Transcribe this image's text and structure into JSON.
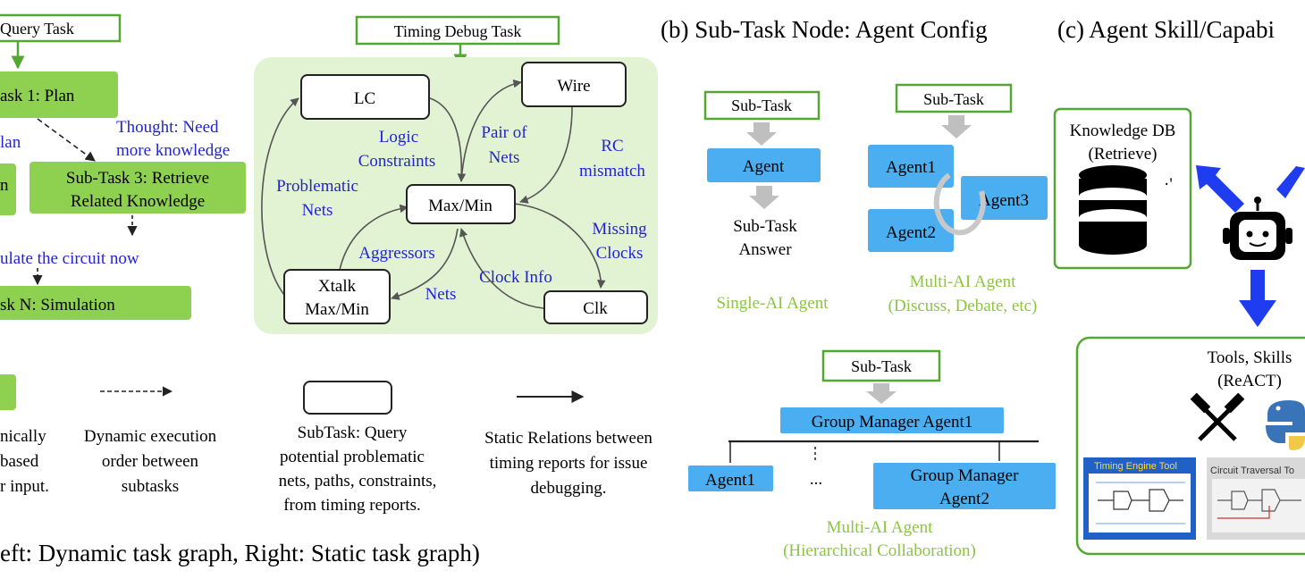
{
  "colors": {
    "green_fill": "#8ed04f",
    "green_stroke": "#54a832",
    "light_green_bg": "#e2f3d4",
    "blue_box": "#4aaef0",
    "blue_text": "#2323d6",
    "label_green": "#8cc63f",
    "gray_arrow": "#bfbfbf",
    "arrow_blue": "#1f3cf0"
  },
  "panel_a": {
    "query_task": "Query Task",
    "task1": "ask 1: Plan",
    "plan_fragment": "lan",
    "n_fragment": "n",
    "thought_line1": "Thought: Need",
    "thought_line2": "more knowledge",
    "subtask3_line1": "Sub-Task 3: Retrieve",
    "subtask3_line2": "Related Knowledge",
    "simulate_text": "ulate the circuit now",
    "taskN": "sk N: Simulation",
    "caption": "eft: Dynamic task graph, Right: Static task graph)"
  },
  "timing": {
    "title": "Timing Debug Task",
    "lc": "LC",
    "wire": "Wire",
    "maxmin": "Max/Min",
    "xtalk_line1": "Xtalk",
    "xtalk_line2": "Max/Min",
    "clk": "Clk",
    "logic1": "Logic",
    "logic2": "Constraints",
    "pair1": "Pair of",
    "pair2": "Nets",
    "rc1": "RC",
    "rc2": "mismatch",
    "prob1": "Problematic",
    "prob2": "Nets",
    "aggressors": "Aggressors",
    "nets": "Nets",
    "clockinfo": "Clock Info",
    "missing1": "Missing",
    "missing2": "Clocks"
  },
  "legend": {
    "green_desc": [
      "nically",
      "based",
      "r input."
    ],
    "dashed_desc": [
      "Dynamic  execution",
      "order between",
      "subtasks"
    ],
    "box_desc": [
      "SubTask: Query",
      "potential problematic",
      "nets, paths, constraints,",
      "from timing reports."
    ],
    "solid_desc": [
      "Static Relations between",
      "timing reports for issue",
      "debugging."
    ]
  },
  "panel_b": {
    "title": "(b) Sub-Task Node: Agent Config",
    "single": {
      "subtask": "Sub-Task",
      "agent": "Agent",
      "answer1": "Sub-Task",
      "answer2": "Answer",
      "label": "Single-AI  Agent"
    },
    "multi": {
      "subtask": "Sub-Task",
      "agent1": "Agent1",
      "agent2": "Agent2",
      "agent3": "Agent3",
      "label1": "Multi-AI Agent",
      "label2": "(Discuss, Debate, etc)"
    },
    "hier": {
      "subtask": "Sub-Task",
      "manager1": "Group Manager  Agent1",
      "agent1": "Agent1",
      "dots": "...",
      "manager2_1": "Group Manager",
      "manager2_2": "Agent2",
      "label1": "Multi-AI Agent",
      "label2": "(Hierarchical Collaboration)"
    }
  },
  "panel_c": {
    "title": "(c) Agent Skill/Capabi",
    "kdb1": "Knowledge DB",
    "kdb2": "(Retrieve)",
    "tools1": "Tools, Skills",
    "tools2": "(ReACT)",
    "timing_tool": "Timing Engine Tool",
    "circuit_tool": "Circuit Traversal To"
  }
}
